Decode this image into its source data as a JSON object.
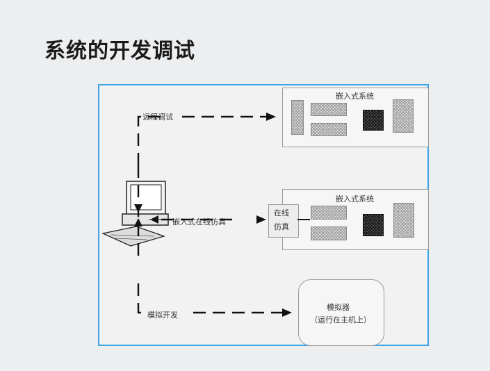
{
  "title": "系统的开发调试",
  "diagram": {
    "labels": {
      "remote_debug": "远程调试",
      "online_sim": "嵌入式在线仿真",
      "sim_dev": "模拟开发"
    },
    "top_system": {
      "title": "嵌入式系统"
    },
    "mid_system": {
      "title": "嵌入式系统"
    },
    "ice_box": {
      "line1": "在线",
      "line2": "仿真"
    },
    "simulator": {
      "line1": "模拟器",
      "line2": "（运行在主机上）"
    },
    "colors": {
      "frame": "#3aa6e6",
      "dashes": "#111111"
    }
  }
}
